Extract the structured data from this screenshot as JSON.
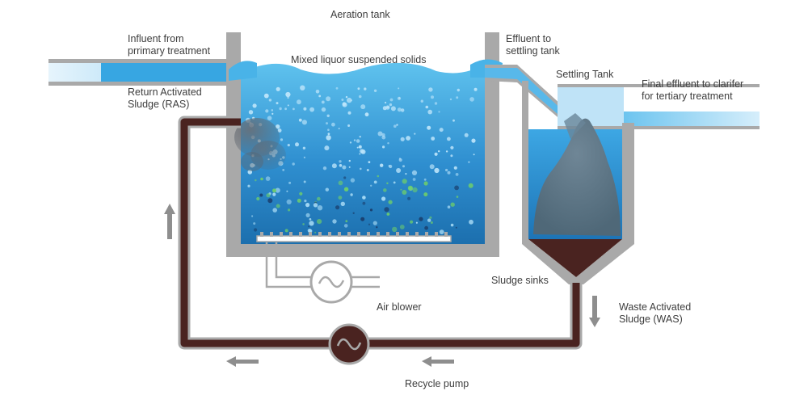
{
  "labels": {
    "aeration_tank": "Aeration tank",
    "influent": "Influent from\nprrimary treatment",
    "mixed_liquor": "Mixed liquor suspended solids",
    "effluent_to_settling": "Effluent to\nsettling tank",
    "settling_tank": "Settling Tank",
    "final_effluent": "Final effluent to clarifer\nfor tertiary treatment",
    "ras": "Return Activated\nSludge (RAS)",
    "sludge_sinks": "Sludge sinks",
    "air_blower": "Air blower",
    "was": "Waste Activated\nSludge (WAS)",
    "recycle_pump": "Recycle pump"
  },
  "colors": {
    "water_top": "#5fc2ee",
    "water_bottom": "#1c6fae",
    "tank_wall": "#a9a9a9",
    "sludge": "#4a2320",
    "arrow": "#8e8e8e",
    "label_text": "#3d3d3d"
  },
  "icons": {
    "pump": "sine-wave-circle",
    "blower": "sine-wave-circle",
    "flow": "block-arrow"
  }
}
